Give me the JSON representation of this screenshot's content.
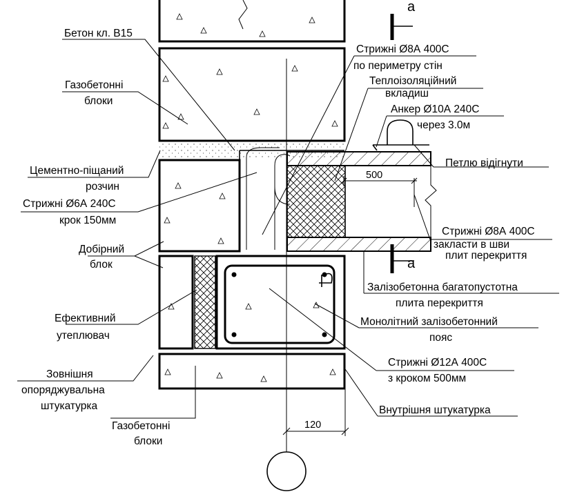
{
  "labels": {
    "beton": "Бетон кл. В15",
    "gazoblocks_top_l1": "Газобетонні",
    "gazoblocks_top_l2": "блоки",
    "mortar_l1": "Цементно-піщаний",
    "mortar_l2": "розчин",
    "rods6_l1": "Стрижні Ø6А 240С",
    "rods6_l2": "крок 150мм",
    "extra_block_l1": "Добірний",
    "extra_block_l2": "блок",
    "insulation_l1": "Ефективний",
    "insulation_l2": "утеплювач",
    "ext_plaster_l1": "Зовнішня",
    "ext_plaster_l2": "опоряджувальна",
    "ext_plaster_l3": "штукатурка",
    "gazoblocks_bot_l1": "Газобетонні",
    "gazoblocks_bot_l2": "блоки",
    "rods8_l1": "Стрижні Ø8А 400С",
    "rods8_l2": "по периметру стін",
    "thermo_l1": "Теплоізоляційний",
    "thermo_l2": "вкладиш",
    "anchor_l1": "Анкер Ø10А 240С",
    "anchor_l2": "через 3.0м",
    "loop": "Петлю відігнути",
    "rods8b_l1": "Стрижні Ø8А 400С",
    "rods8b_l2": "закласти в шви",
    "rods8b_l3": "плит перекриття",
    "slab_l1": "Залізобетонна багатопустотна",
    "slab_l2": "плита перекриття",
    "belt_l1": "Монолітний залізобетонний",
    "belt_l2": "пояс",
    "rods12_l1": "Стрижні Ø12А 400С",
    "rods12_l2": "з кроком 500мм",
    "int_plaster": "Внутрішня штукатурка"
  },
  "dimensions": {
    "d500": "500",
    "d120": "120"
  },
  "section_marks": {
    "top": "а",
    "bottom": "а"
  }
}
